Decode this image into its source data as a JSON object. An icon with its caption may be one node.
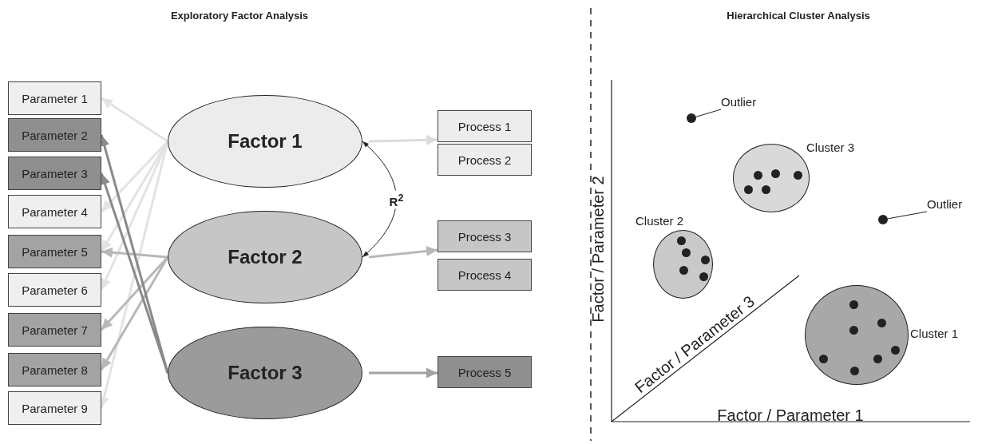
{
  "diagram": {
    "nodes": [
      {
        "text": [
          "Parameter 1"
        ]
      },
      {
        "text": [
          "Parameter 2"
        ]
      },
      {
        "text": [
          "Parameter 3"
        ]
      },
      {
        "text": [
          "Parameter 4"
        ]
      },
      {
        "text": [
          "Parameter 5"
        ]
      },
      {
        "text": [
          "Parameter 6"
        ]
      },
      {
        "text": [
          "Parameter 7"
        ]
      },
      {
        "text": [
          "Parameter 8"
        ]
      },
      {
        "text": [
          "Parameter 9"
        ]
      },
      {
        "text": [
          "Factor 1"
        ]
      },
      {
        "text": [
          "Factor 2"
        ]
      },
      {
        "text": [
          "Factor 3"
        ]
      },
      {
        "text": [
          "Process 1"
        ]
      },
      {
        "text": [
          "Process 2"
        ]
      },
      {
        "text": [
          "Process 3"
        ]
      },
      {
        "text": [
          "Process 4"
        ]
      },
      {
        "text": [
          "Process 5"
        ]
      },
      {
        "text": [
          "Outlier"
        ]
      },
      {
        "text": [],
        "shape": "circle"
      },
      {
        "text": [
          "Outlier"
        ]
      },
      {
        "text": [],
        "shape": "circle"
      },
      {
        "text": [],
        "shape": "circle",
        "beside": [
          "Cluster 3"
        ]
      },
      {
        "text": [],
        "shape": "circle",
        "beside": [
          "Cluster 2"
        ]
      },
      {
        "text": [],
        "shape": "circle",
        "beside": [
          "Cluster 1"
        ]
      }
    ],
    "edges": [
      {
        "from": 9,
        "to": 0,
        "arrow": "to",
        "color": "#e3e3e3"
      },
      {
        "from": 9,
        "to": 3,
        "arrow": "to",
        "color": "#e3e3e3"
      },
      {
        "from": 9,
        "to": 4,
        "arrow": "to",
        "color": "#e3e3e3"
      },
      {
        "from": 9,
        "to": 5,
        "arrow": "to",
        "color": "#e3e3e3"
      },
      {
        "from": 9,
        "to": 8,
        "arrow": "to",
        "color": "#e3e3e3"
      },
      {
        "from": 10,
        "to": 4,
        "arrow": "to",
        "color": "#b8b8b8"
      },
      {
        "from": 10,
        "to": 6,
        "arrow": "to",
        "color": "#b8b8b8"
      },
      {
        "from": 10,
        "to": 7,
        "arrow": "to",
        "color": "#b8b8b8"
      },
      {
        "from": 11,
        "to": 1,
        "arrow": "to",
        "color": "#8a8a8a"
      },
      {
        "from": 11,
        "to": 2,
        "arrow": "to",
        "color": "#8a8a8a"
      },
      {
        "from": 9,
        "to": 12,
        "arrow": "to",
        "color": "#dcdcdc"
      },
      {
        "from": 10,
        "to": 14,
        "arrow": "to",
        "color": "#b8b8b8"
      },
      {
        "from": 11,
        "to": 16,
        "arrow": "to",
        "color": "#a3a3a3"
      },
      {
        "from": 9,
        "to": 10,
        "arrow": "both",
        "label": "R$^{2}$",
        "color": "#222222"
      },
      {
        "from": 17,
        "to": 18,
        "arrow": "none",
        "color": "#222222"
      },
      {
        "from": 19,
        "to": 20,
        "arrow": "none",
        "color": "#222222"
      }
    ],
    "labels": [
      "Exploratory Factor Analysis",
      "Hierarchical Cluster Analysis",
      "Factor / Parameter 2",
      "Factor / Parameter 3",
      "Factor / Parameter 1"
    ]
  }
}
